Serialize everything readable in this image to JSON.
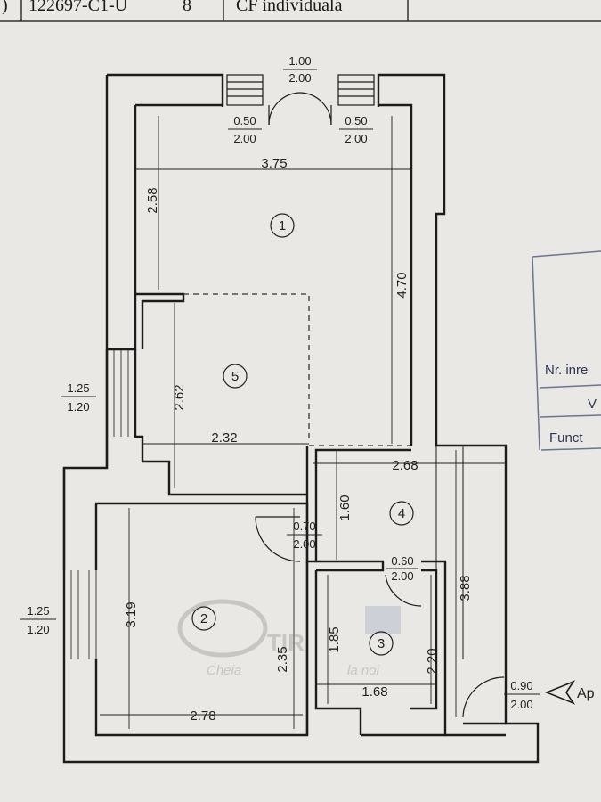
{
  "header": {
    "cell_left": ")",
    "cadastral_code": "122697-C1-U",
    "code_suffix": "8",
    "book_type": "CF individuala"
  },
  "rooms": [
    {
      "number": "1"
    },
    {
      "number": "2"
    },
    {
      "number": "3"
    },
    {
      "number": "4"
    },
    {
      "number": "5"
    }
  ],
  "dimensions": {
    "room1_width": "3.75",
    "room1_left_height": "2.58",
    "room1_right_height": "4.70",
    "room5_height": "2.62",
    "room5_width": "2.32",
    "room4_width": "2.68",
    "room4_height": "1.60",
    "room4_right_height": "3.88",
    "room2_height": "3.19",
    "room2_inner_height": "2.35",
    "room2_width": "2.78",
    "room3_height": "1.85",
    "room3_right_height": "2.20",
    "room3_width": "1.68"
  },
  "openings": {
    "top_door": {
      "top": "1.00",
      "bottom": "2.00"
    },
    "top_window_left": {
      "top": "0.50",
      "bottom": "2.00"
    },
    "top_window_right": {
      "top": "0.50",
      "bottom": "2.00"
    },
    "left_window_upper": {
      "top": "1.25",
      "bottom": "1.20"
    },
    "left_window_lower": {
      "top": "1.25",
      "bottom": "1.20"
    },
    "door_room2": {
      "top": "0.70",
      "bottom": "2.00"
    },
    "door_room3": {
      "top": "0.60",
      "bottom": "2.00"
    },
    "entrance_door": {
      "top": "0.90",
      "bottom": "2.00"
    }
  },
  "entrance_label": "Ap",
  "side_table": {
    "row1": "Nr. inre",
    "row2": "V",
    "row3": "Funct"
  },
  "watermark": {
    "brand": "TIR",
    "tagline": "Cheia",
    "tagline_end": "la noi"
  }
}
